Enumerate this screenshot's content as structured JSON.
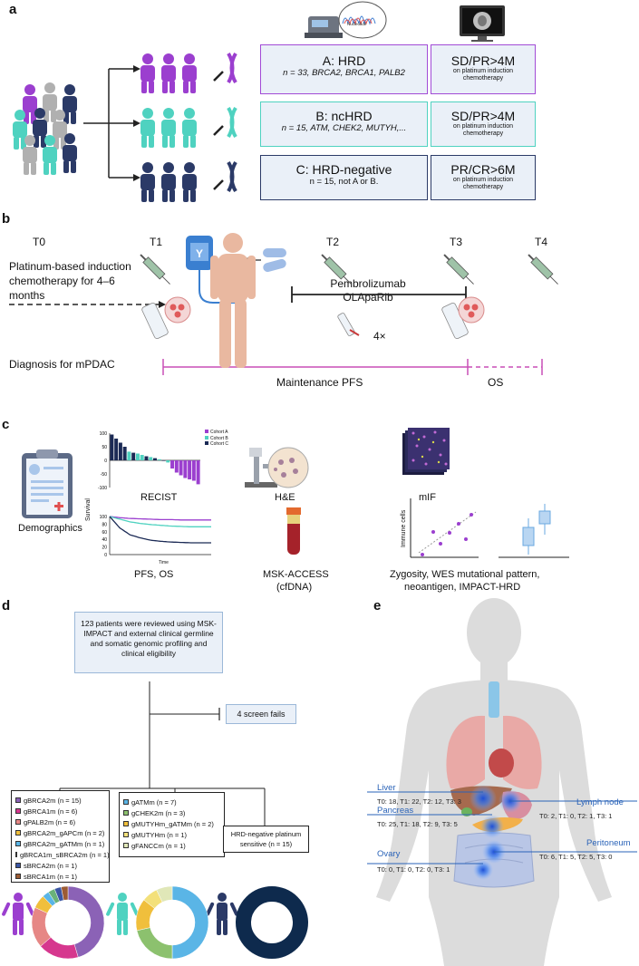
{
  "panels": {
    "a": "a",
    "b": "b",
    "c": "c",
    "d": "d",
    "e": "e"
  },
  "panel_a": {
    "sequencer_label": "Nucleotide",
    "cohorts": [
      {
        "title": "A: HRD",
        "detail": "n = 33, BRCA2, BRCA1, PALB2",
        "response": "SD/PR>4M",
        "response_note": "on platinum induction chemotherapy"
      },
      {
        "title": "B: ncHRD",
        "detail": "n = 15, ATM, CHEK2, MUTYH,...",
        "response": "SD/PR>4M",
        "response_note": "on platinum induction chemotherapy"
      },
      {
        "title": "C: HRD-negative",
        "detail": "n = 15, not A or B.",
        "response": "PR/CR>6M",
        "response_note": "on platinum induction chemotherapy"
      }
    ],
    "colors": {
      "purple": "#9b3fcf",
      "teal": "#4fd2c0",
      "navy": "#2b3a67"
    }
  },
  "panel_b": {
    "timepoints": [
      "T0",
      "T1",
      "T2",
      "T3",
      "T4"
    ],
    "induction": "Platinum-based induction chemotherapy for 4–6 months",
    "drugs": [
      "Pembrolizumab",
      "OLApaRib"
    ],
    "repeat": "4×",
    "diagnosis": "Diagnosis for mPDAC",
    "maintenance": "Maintenance PFS",
    "os": "OS"
  },
  "panel_c": {
    "demographics": "Demographics",
    "recist": "RECIST",
    "legend": [
      "Cohort A",
      "Cohort B",
      "Cohort C"
    ],
    "survival_ylabel": "Survival",
    "survival_xlabel": "Time",
    "pfs_os": "PFS, OS",
    "he": "H&E",
    "msk_access": "MSK-ACCESS",
    "cfdna": "(cfDNA)",
    "mif": "mIF",
    "immune_ylabel": "Immune cells",
    "zygosity": "Zygosity, WES mutational pattern,",
    "neoantigen": "neoantigen, IMPACT-HRD"
  },
  "chart_data": [
    {
      "type": "bar",
      "title": "RECIST",
      "ylim": [
        -100,
        100
      ],
      "yticks": [
        "100",
        "50",
        "0",
        "-50",
        "-100"
      ],
      "series": [
        {
          "name": "Cohort A",
          "values": [
            -30,
            -45,
            -55,
            -65,
            -70,
            -75,
            -88
          ]
        },
        {
          "name": "Cohort B",
          "values": [
            32,
            25,
            20,
            12,
            4,
            -8
          ]
        },
        {
          "name": "Cohort C",
          "values": [
            95,
            80,
            65,
            50,
            28,
            15,
            8,
            -2
          ]
        }
      ]
    },
    {
      "type": "line",
      "title": "PFS, OS",
      "ylabel": "Survival",
      "xlabel": "Time",
      "ylim": [
        0,
        100
      ],
      "yticks": [
        "100",
        "80",
        "60",
        "40",
        "20",
        "0"
      ],
      "x": [
        0,
        1,
        2,
        3,
        4,
        5,
        6,
        7,
        8,
        9,
        10
      ],
      "series": [
        {
          "name": "Cohort A",
          "values": [
            100,
            97,
            95,
            94,
            93,
            92,
            92,
            91,
            91,
            91,
            91
          ]
        },
        {
          "name": "Cohort B",
          "values": [
            100,
            93,
            86,
            82,
            79,
            77,
            75,
            74,
            73,
            73,
            73
          ]
        },
        {
          "name": "Cohort C",
          "values": [
            100,
            70,
            52,
            44,
            38,
            35,
            33,
            32,
            31,
            31,
            31
          ]
        }
      ]
    },
    {
      "type": "pie",
      "title": "Cohort A composition",
      "labels": [
        "gBRCA2m",
        "gBRCA1m",
        "gPALB2m",
        "gBRCA2m_gAPCm",
        "gBRCA2m_gATMm",
        "gBRCA1m_sBRCA2m",
        "sBRCA2m",
        "sBRCA1m"
      ],
      "values": [
        15,
        6,
        6,
        2,
        1,
        1,
        1,
        1
      ]
    },
    {
      "type": "pie",
      "title": "Cohort B composition",
      "labels": [
        "gATMm",
        "gCHEK2m",
        "gMUTYHm_gATMm",
        "gMUTYHm",
        "gFANCCm"
      ],
      "values": [
        7,
        3,
        2,
        1,
        1
      ]
    },
    {
      "type": "pie",
      "title": "Cohort C composition",
      "labels": [
        "HRD-negative platinum sensitive"
      ],
      "values": [
        15
      ]
    }
  ],
  "panel_d": {
    "review": "123 patients were reviewed using MSK-IMPACT and external clinical germline and somatic genomic profiling and clinical eligibility",
    "fails": "4 screen fails",
    "legend_a": [
      {
        "label": "gBRCA2m (n = 15)",
        "color": "#8b62b6"
      },
      {
        "label": "gBRCA1m (n = 6)",
        "color": "#d6378e"
      },
      {
        "label": "gPALB2m (n = 6)",
        "color": "#e68785"
      },
      {
        "label": "gBRCA2m_gAPCm (n = 2)",
        "color": "#f0bf3c"
      },
      {
        "label": "gBRCA2m_gATMm (n = 1)",
        "color": "#5ab5e6"
      },
      {
        "label": "gBRCA1m_sBRCA2m (n = 1)",
        "color": "#6ab27a"
      },
      {
        "label": "sBRCA2m (n = 1)",
        "color": "#3b56a4"
      },
      {
        "label": "sBRCA1m (n = 1)",
        "color": "#9c5b34"
      }
    ],
    "legend_b": [
      {
        "label": "gATMm (n = 7)",
        "color": "#5ab5e6"
      },
      {
        "label": "gCHEK2m (n = 3)",
        "color": "#8cc16e"
      },
      {
        "label": "gMUTYHm_gATMm (n = 2)",
        "color": "#f0bf3c"
      },
      {
        "label": "gMUTYHm (n = 1)",
        "color": "#f3e07a"
      },
      {
        "label": "gFANCCm (n = 1)",
        "color": "#e0e7b8"
      }
    ],
    "legend_c": "HRD-negative platinum sensitive (n = 15)"
  },
  "panel_e": {
    "organs": [
      {
        "name": "Liver",
        "vals": "T0: 18, T1: 22, T2: 12, T3: 3"
      },
      {
        "name": "Lymph node",
        "vals": "T0: 2, T1: 0, T2: 1, T3: 1"
      },
      {
        "name": "Pancreas",
        "vals": "T0: 25, T1: 18, T2: 9, T3: 5"
      },
      {
        "name": "Peritoneum",
        "vals": "T0: 6, T1: 5, T2: 5, T3: 0"
      },
      {
        "name": "Ovary",
        "vals": "T0: 0, T1: 0, T2: 0, T3: 1"
      }
    ]
  }
}
